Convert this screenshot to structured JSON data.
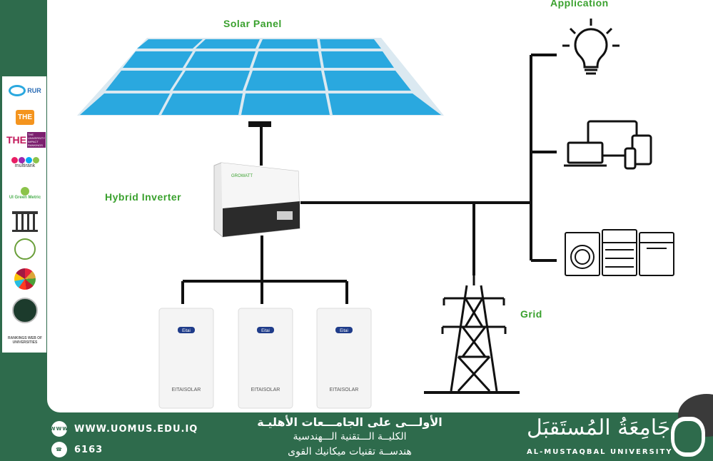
{
  "labels": {
    "application": "Application",
    "solar_panel": "Solar Panel",
    "hybrid_inverter": "Hybrid Inverter",
    "grid": "Grid",
    "inverter_brand": "GROWATT",
    "battery_logo": "Eitai",
    "battery_brand": "EITAISOLAR"
  },
  "ranking_logos": [
    "RUR",
    "THE",
    "THE UNIVERSITY IMPACT RANKINGS",
    "multirank",
    "UI Green Metric",
    "",
    "",
    "",
    "",
    "RANKINGS WEB OF UNIVERSITIES"
  ],
  "footer": {
    "website": "WWW.UOMUS.EDU.IQ",
    "phone": "6163",
    "arabic_line1": "الأولـــى على الجامـــعات الأهليـة",
    "arabic_line2": "الكليــة الـــتقنية الـــهندسية",
    "arabic_line3": "هندســة تقنيات ميكانيك القوى",
    "brand_arabic": "جَامِعَةُ المُستَقبَل",
    "brand_english": "AL-MUSTAQBAL UNIVERSITY"
  },
  "colors": {
    "label_green": "#3aa12e",
    "footer_green": "#2e6b4c",
    "panel_blue": "#2aa8df"
  }
}
